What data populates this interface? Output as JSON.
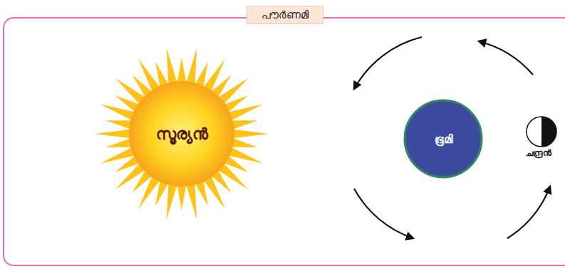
{
  "diagram": {
    "title": "പൗർണമി",
    "nodes": [
      {
        "text": [
          "സൂര്യൻ"
        ]
      },
      {
        "text": [
          "ഭൂമി"
        ]
      },
      {
        "text": [
          "ചന്ദ്രൻ"
        ]
      }
    ]
  }
}
